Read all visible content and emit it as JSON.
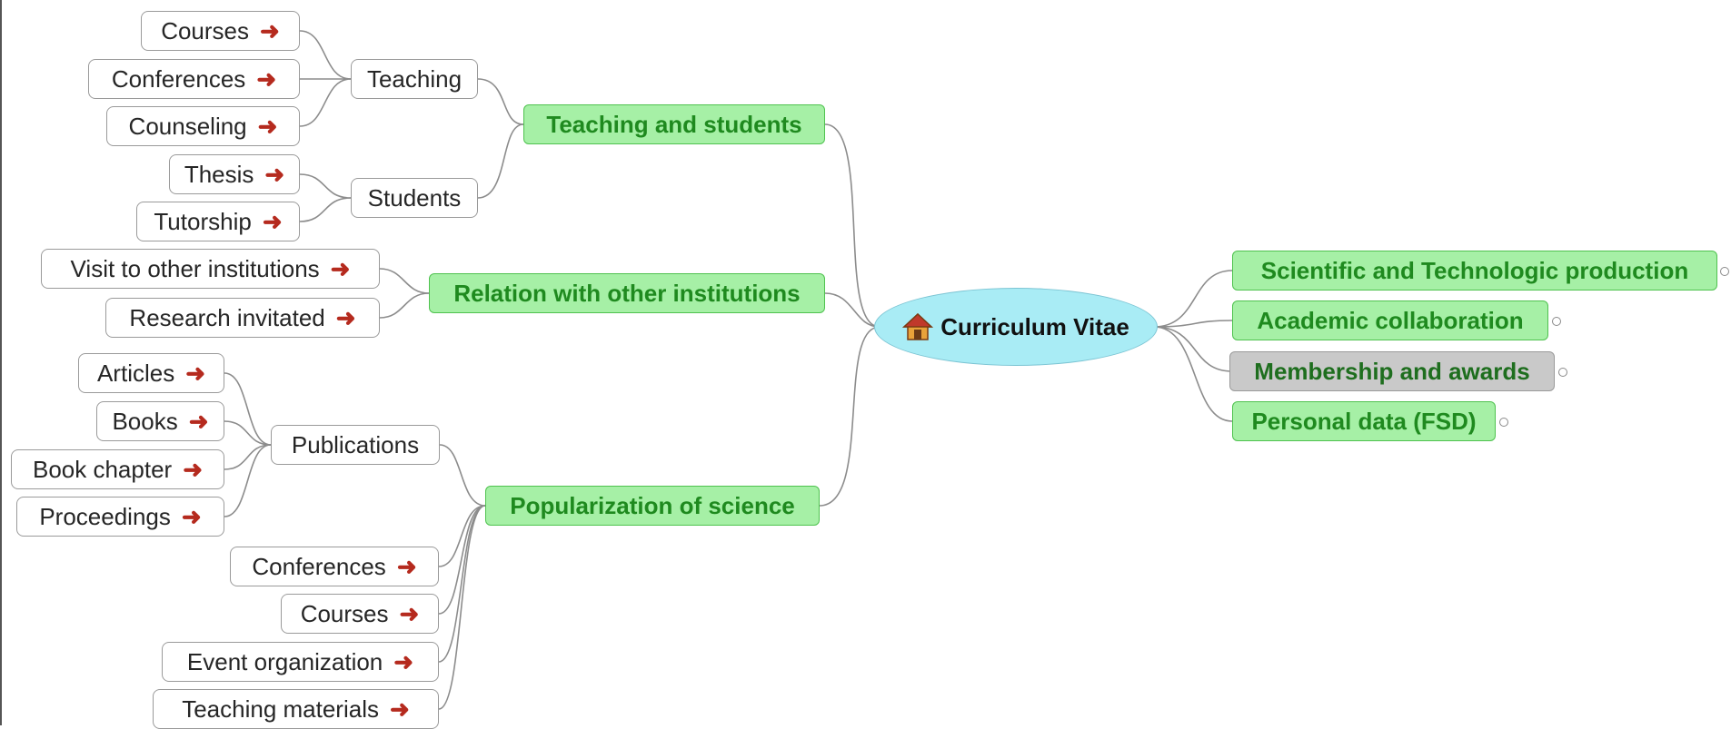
{
  "root": {
    "label": "Curriculum Vitae",
    "icon": "home-icon"
  },
  "arrow_glyph": "➜",
  "left_branches": [
    {
      "label": "Teaching and students",
      "groups": [
        {
          "label": "Teaching",
          "items": [
            "Courses",
            "Conferences",
            "Counseling"
          ]
        },
        {
          "label": "Students",
          "items": [
            "Thesis",
            "Tutorship"
          ]
        }
      ]
    },
    {
      "label": "Relation with other institutions",
      "items": [
        "Visit to other institutions",
        "Research invitated"
      ]
    },
    {
      "label": "Popularization of science",
      "groups": [
        {
          "label": "Publications",
          "items": [
            "Articles",
            "Books",
            "Book chapter",
            "Proceedings"
          ]
        }
      ],
      "items": [
        "Conferences",
        "Courses",
        "Event organization",
        "Teaching materials"
      ]
    }
  ],
  "right_branches": [
    {
      "label": "Scientific and Technologic production",
      "collapsed": true
    },
    {
      "label": "Academic collaboration",
      "collapsed": true
    },
    {
      "label": "Membership and awards",
      "collapsed": true,
      "selected": true
    },
    {
      "label": "Personal data (FSD)",
      "collapsed": true
    }
  ],
  "colors": {
    "branch_fill": "#a6f0a6",
    "branch_text": "#1f8a1f",
    "root_fill": "#a9ecf5",
    "arrow": "#b52a1e",
    "selected_fill": "#c9c9c9"
  }
}
